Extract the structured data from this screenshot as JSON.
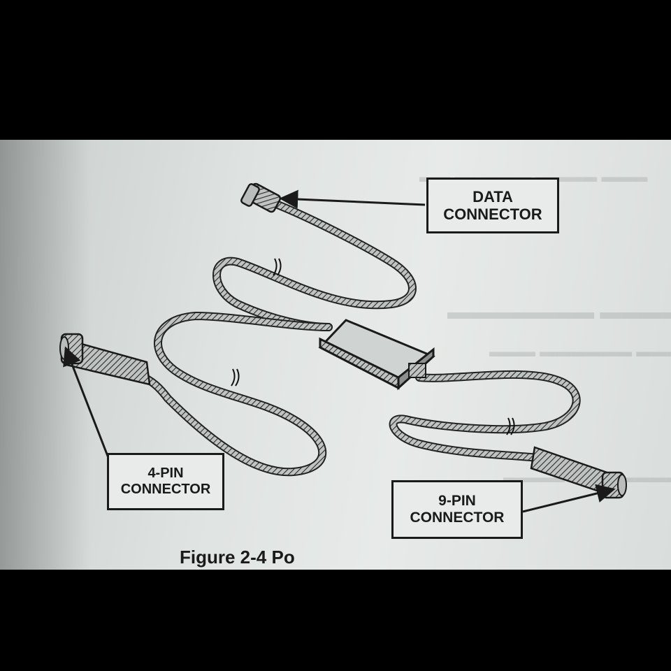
{
  "callouts": {
    "data_connector": [
      "DATA",
      "CONNECTOR"
    ],
    "four_pin_connector": [
      "4-PIN",
      "CONNECTOR"
    ],
    "nine_pin_connector": [
      "9-PIN",
      "CONNECTOR"
    ]
  },
  "caption": "Figure 2-4  Po"
}
